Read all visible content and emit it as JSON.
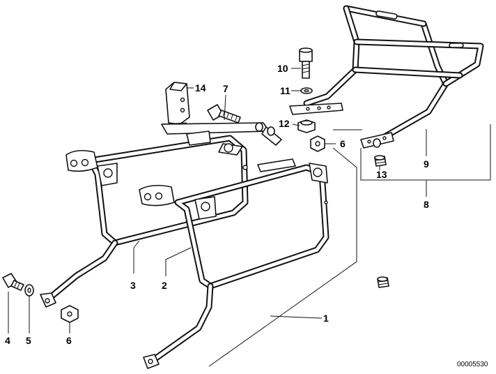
{
  "document_number": "00005530",
  "callouts": {
    "c1": "1",
    "c2": "2",
    "c3": "3",
    "c4": "4",
    "c5": "5",
    "c6a": "6",
    "c6b": "6",
    "c7": "7",
    "c8": "8",
    "c9": "9",
    "c10": "10",
    "c11": "11",
    "c12": "12",
    "c13": "13",
    "c14": "14"
  }
}
